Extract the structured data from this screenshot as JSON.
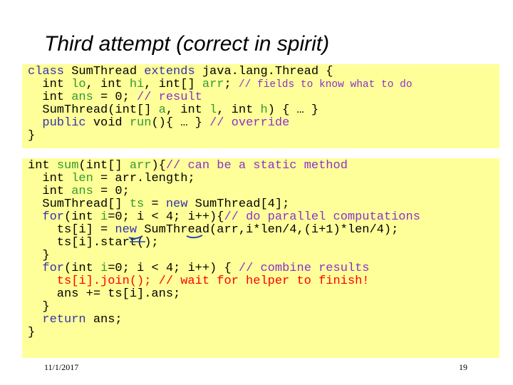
{
  "title": "Third attempt (correct in spirit)",
  "footer": {
    "date": "11/1/2017",
    "page": "19"
  },
  "colors": {
    "background": "#ffffff",
    "code_box": "#ffff99",
    "keyword": "#3333aa",
    "variable": "#339933",
    "comment": "#8833cc",
    "highlight": "#ff0000",
    "ink_annotation": "#2244bb"
  },
  "code_blocks": [
    {
      "lines": [
        [
          [
            "kw",
            "class"
          ],
          [
            "plain",
            " SumThread "
          ],
          [
            "kw",
            "extends"
          ],
          [
            "plain",
            " java.lang.Thread {"
          ]
        ],
        [
          [
            "plain",
            "  int "
          ],
          [
            "var",
            "lo"
          ],
          [
            "plain",
            ", int "
          ],
          [
            "var",
            "hi"
          ],
          [
            "plain",
            ", int[] "
          ],
          [
            "var",
            "arr"
          ],
          [
            "plain",
            "; "
          ],
          [
            "comment-small",
            "// fields to know what to do"
          ]
        ],
        [
          [
            "plain",
            "  int "
          ],
          [
            "var",
            "ans"
          ],
          [
            "plain",
            " = 0; "
          ],
          [
            "comment",
            "// result"
          ]
        ],
        [
          [
            "plain",
            "  SumThread(int[] "
          ],
          [
            "var",
            "a"
          ],
          [
            "plain",
            ", int "
          ],
          [
            "var",
            "l"
          ],
          [
            "plain",
            ", int "
          ],
          [
            "var",
            "h"
          ],
          [
            "plain",
            ") { … }"
          ]
        ],
        [
          [
            "kw",
            "  public"
          ],
          [
            "plain",
            " void "
          ],
          [
            "var",
            "run"
          ],
          [
            "plain",
            "(){ … } "
          ],
          [
            "comment",
            "// override"
          ]
        ],
        [
          [
            "plain",
            "}"
          ]
        ]
      ]
    },
    {
      "lines": [
        [
          [
            "plain",
            "int "
          ],
          [
            "var",
            "sum"
          ],
          [
            "plain",
            "(int[] "
          ],
          [
            "var",
            "arr"
          ],
          [
            "plain",
            "){"
          ],
          [
            "comment",
            "// can be a static method"
          ]
        ],
        [
          [
            "plain",
            "  int "
          ],
          [
            "var",
            "len"
          ],
          [
            "plain",
            " = arr.length;"
          ]
        ],
        [
          [
            "plain",
            "  int "
          ],
          [
            "var",
            "ans"
          ],
          [
            "plain",
            " = 0;"
          ]
        ],
        [
          [
            "plain",
            "  SumThread[] "
          ],
          [
            "var",
            "ts"
          ],
          [
            "plain",
            " = "
          ],
          [
            "kw",
            "new"
          ],
          [
            "plain",
            " SumThread[4];"
          ]
        ],
        [
          [
            "kw",
            "  for"
          ],
          [
            "plain",
            "(int "
          ],
          [
            "var",
            "i"
          ],
          [
            "plain",
            "=0; i < 4; i++){"
          ],
          [
            "comment",
            "// do parallel computations"
          ]
        ],
        [
          [
            "plain",
            "    ts[i] = "
          ],
          [
            "kw",
            "new"
          ],
          [
            "plain",
            " SumThread(arr,i*len/4,(i+1)*len/4);"
          ]
        ],
        [
          [
            "plain",
            "    ts[i].start();"
          ]
        ],
        [
          [
            "plain",
            "  }"
          ]
        ],
        [
          [
            "kw",
            "  for"
          ],
          [
            "plain",
            "(int "
          ],
          [
            "var",
            "i"
          ],
          [
            "plain",
            "=0; i < 4; i++) { "
          ],
          [
            "comment",
            "// combine results"
          ]
        ],
        [
          [
            "red",
            "    ts[i].join(); // wait for helper to finish!"
          ]
        ],
        [
          [
            "plain",
            "    ans += ts[i].ans;"
          ]
        ],
        [
          [
            "plain",
            "  }"
          ]
        ],
        [
          [
            "kw",
            "  return"
          ],
          [
            "plain",
            " ans;"
          ]
        ],
        [
          [
            "plain",
            "}"
          ]
        ]
      ]
    }
  ]
}
